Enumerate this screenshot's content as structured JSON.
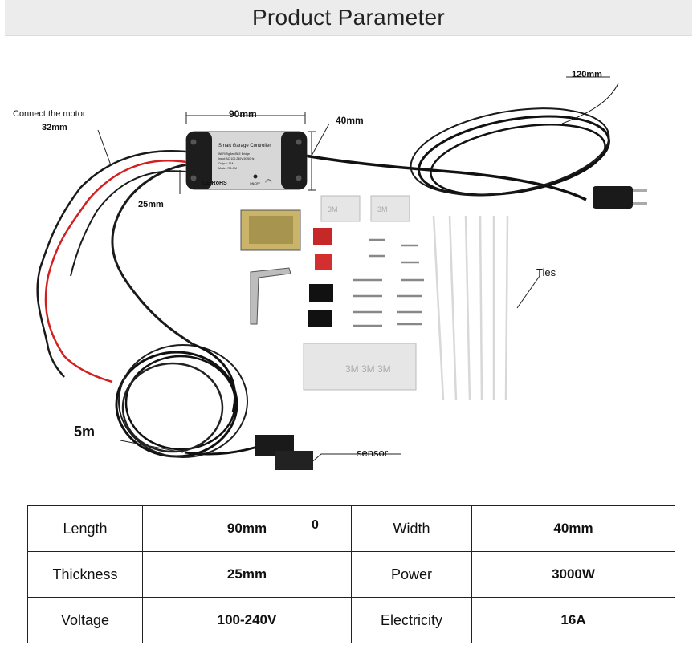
{
  "header": {
    "title": "Product Parameter"
  },
  "figure": {
    "labels": {
      "connect_motor": "Connect the motor",
      "dim_32": "32mm",
      "dim_90": "90mm",
      "dim_40": "40mm",
      "dim_25": "25mm",
      "dim_120": "120mm",
      "dim_5m": "5m",
      "ties": "Ties",
      "sensor": "sensor"
    },
    "device": {
      "title": "Smart Garage Controller",
      "line1": "Wi-Fi/ZigBee/BLE Bridge",
      "line2": "Input: AC 100-240V 50/60Hz",
      "line3": "Output: 16A",
      "line4": "Model: RS-GM",
      "marks": "CE RoHS",
      "button": "ON/OFF"
    }
  },
  "table": {
    "rows": [
      {
        "k1": "Length",
        "v1": "90mm",
        "k2": "Width",
        "v2": "40mm"
      },
      {
        "k1": "Thickness",
        "v1": "25mm",
        "k2": "Power",
        "v2": "3000W"
      },
      {
        "k1": "Voltage",
        "v1": "100-240V",
        "k2": "Electricity",
        "v2": "16A"
      }
    ],
    "stray_mark": "0"
  }
}
